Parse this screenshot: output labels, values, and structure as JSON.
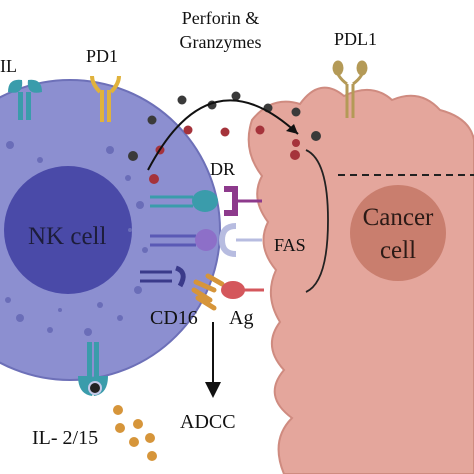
{
  "labels": {
    "perforin_line1": "Perforin &",
    "perforin_line2": "Granzymes",
    "pdl1": "PDL1",
    "pd1": "PD1",
    "il": "IL",
    "nk_cell": "NK cell",
    "cancer_line1": "Cancer",
    "cancer_line2": "cell",
    "dr": "DR",
    "fas": "FAS",
    "cd16": "CD16",
    "ag": "Ag",
    "adcc": "ADCC",
    "il_2_15": "IL- 2/15"
  },
  "colors": {
    "nk_body": "#8c8fd0",
    "nk_nucleus": "#4a4aa8",
    "cancer_body": "#e4a69c",
    "cancer_nucleus": "#c97e6e",
    "granule_dark": "#3a3a3a",
    "granule_red": "#a5333b",
    "il_dot": "#d6953a",
    "receptor_teal": "#3a9cab",
    "receptor_yellow": "#e0b23c",
    "pdl1_tan": "#b49a57",
    "ligand_purple": "#8d3a8c",
    "antigen_pink": "#d4575c"
  }
}
